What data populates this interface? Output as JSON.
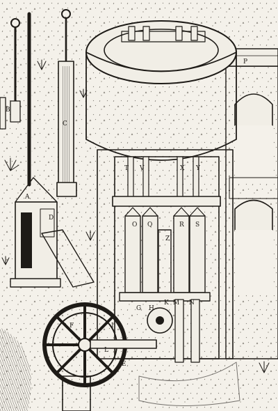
{
  "image": {
    "kind": "engraving",
    "letters": {
      "a": "A",
      "b": "B",
      "c": "C",
      "d": "D",
      "e": "E",
      "f": "F",
      "g": "G",
      "h": "H",
      "i": "I",
      "k": "K",
      "l": "L",
      "m": "M",
      "n": "N",
      "o": "O",
      "p": "P",
      "q": "Q",
      "r": "R",
      "s": "S",
      "t": "T",
      "v": "V",
      "x": "X",
      "y": "Y",
      "z": "Z"
    }
  }
}
